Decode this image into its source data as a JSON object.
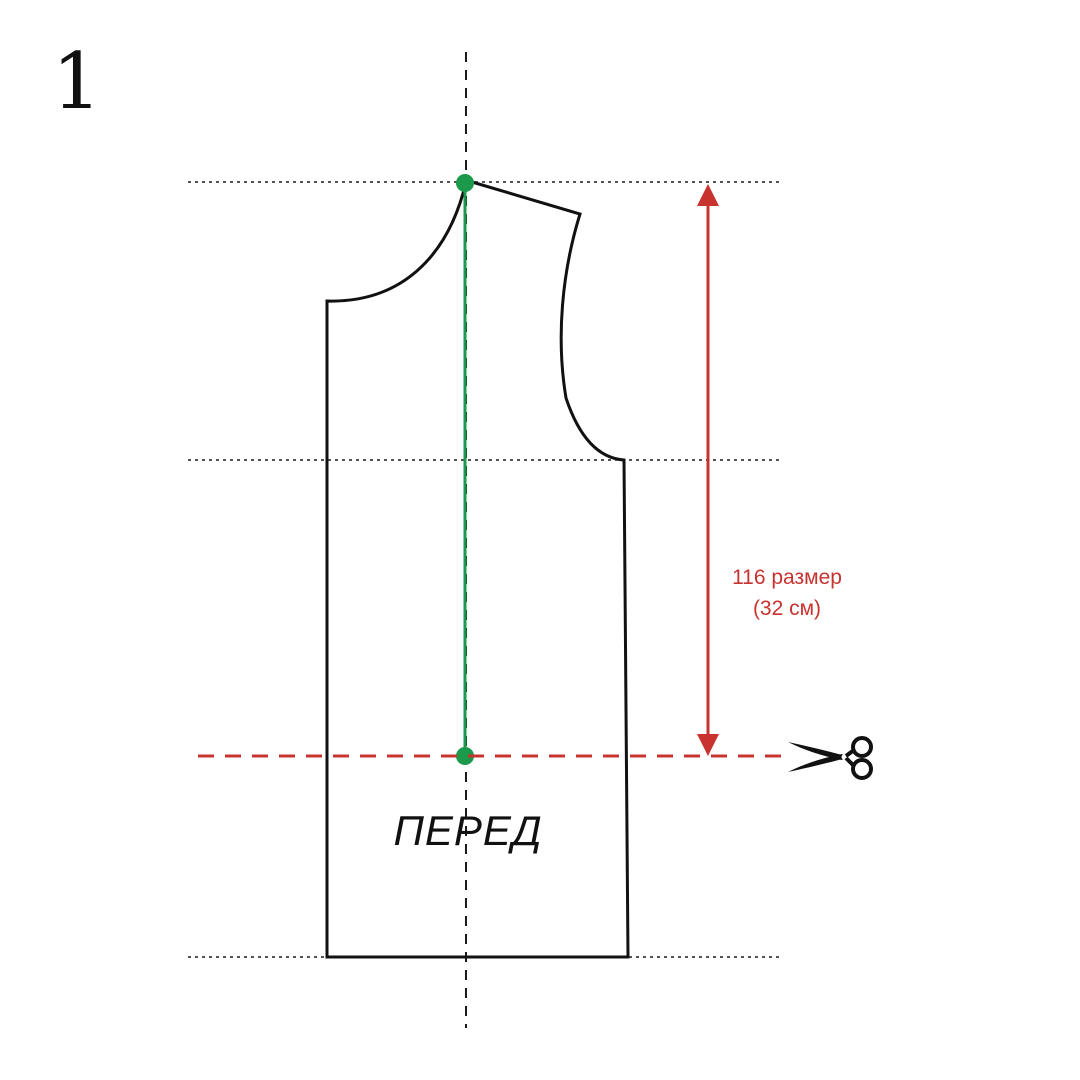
{
  "step_number": "1",
  "piece_label": "ПЕРЕД",
  "measurement": {
    "size_line": "116 размер",
    "length_line": "(32 см)"
  },
  "colors": {
    "outline": "#111111",
    "guide": "#1a1a1a",
    "center_line": "#1a9a4a",
    "measure": "#c8322f"
  },
  "icons": {
    "cut_mark": "scissors-icon"
  }
}
